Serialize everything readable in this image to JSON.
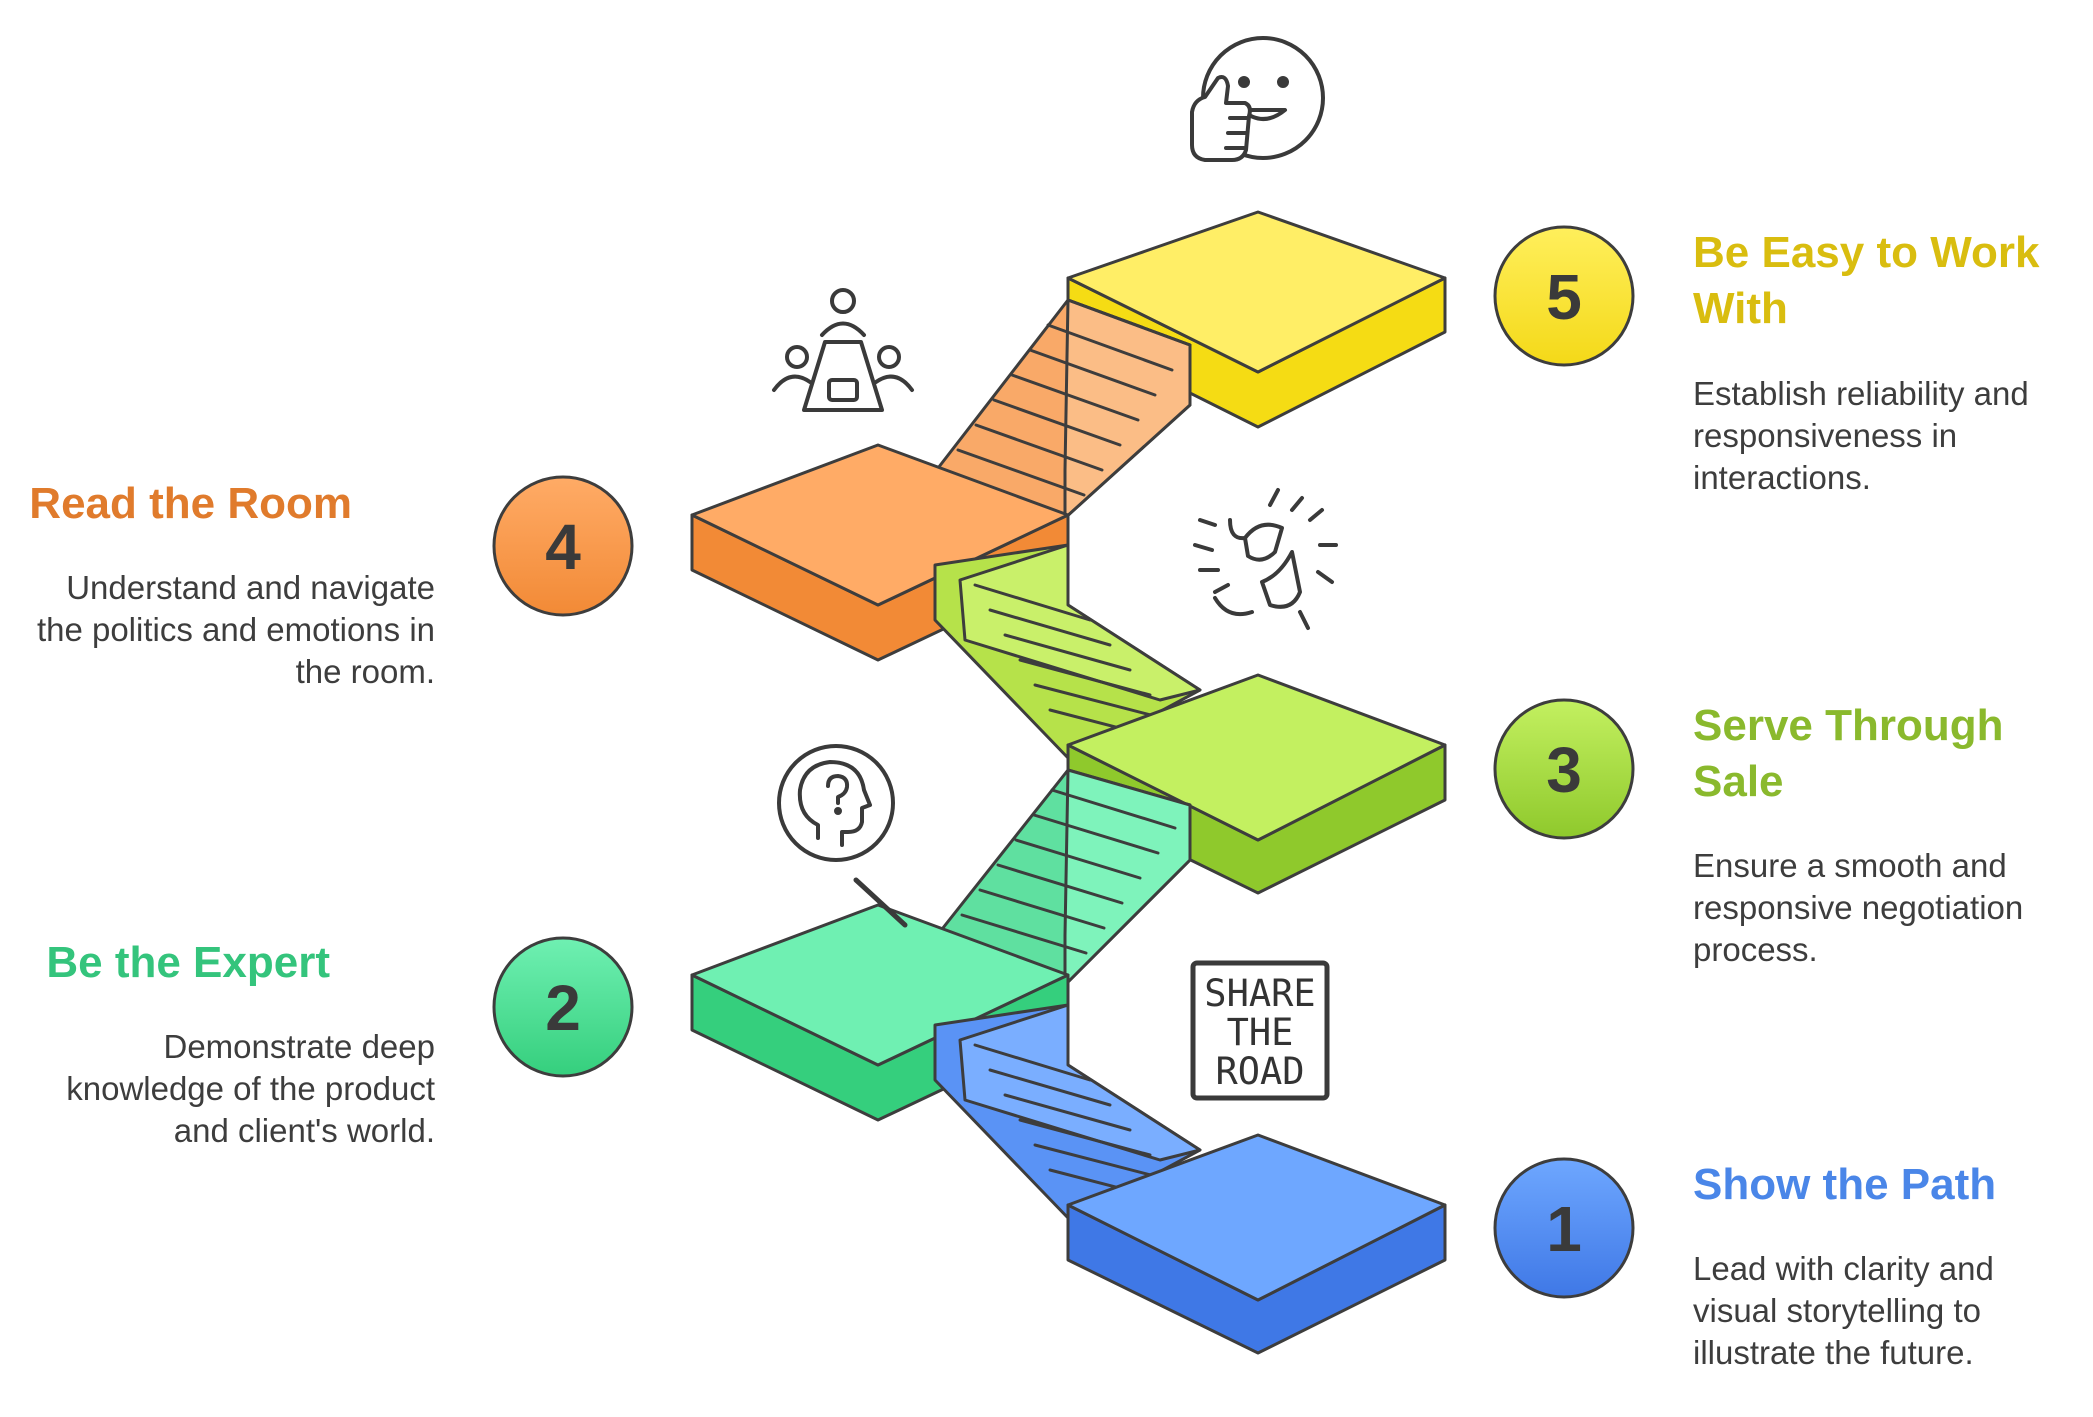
{
  "steps": [
    {
      "number": "1",
      "title": "Show the Path",
      "description": "Lead with clarity and visual storytelling to illustrate the future.",
      "color": "#4a86e8",
      "icon": "share-the-road-sign-icon"
    },
    {
      "number": "2",
      "title": "Be the Expert",
      "description": "Demonstrate deep knowledge of the product and client's world.",
      "color": "#34c47c",
      "icon": "head-question-magnifier-icon"
    },
    {
      "number": "3",
      "title": "Serve Through Sale",
      "description": "Ensure a smooth and responsive negotiation process.",
      "color": "#8ab92d",
      "icon": "fist-bump-icon"
    },
    {
      "number": "4",
      "title": "Read the Room",
      "description": "Understand and navigate the politics and emotions in the room.",
      "color": "#e07b2c",
      "icon": "meeting-table-icon"
    },
    {
      "number": "5",
      "title": "Be Easy to Work With",
      "description": "Establish reliability and responsiveness in interactions.",
      "color": "#d9bd0f",
      "icon": "smiley-thumbs-up-icon"
    }
  ],
  "sign_text": [
    "SHARE",
    "THE",
    "ROAD"
  ]
}
